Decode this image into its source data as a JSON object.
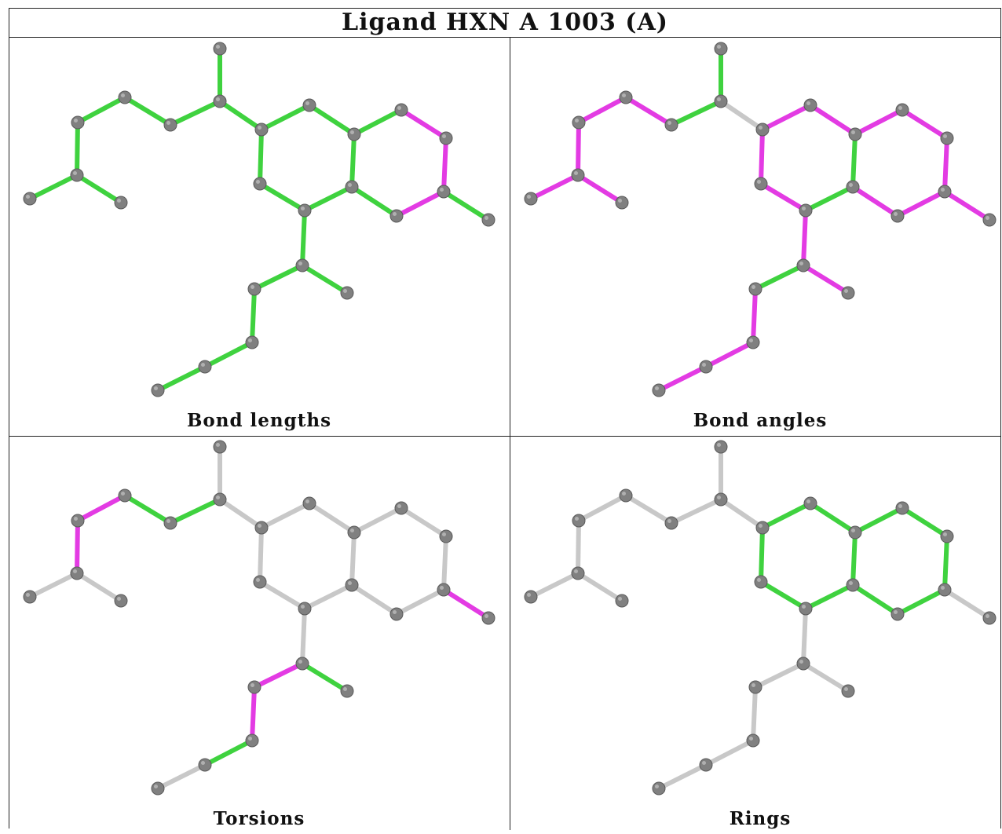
{
  "title": "Ligand HXN A 1003 (A)",
  "colors": {
    "green": "#3fd23f",
    "magenta": "#e33be3",
    "gray": "#c8c8c8",
    "atom": "#808080"
  },
  "panels": [
    {
      "caption": "Bond lengths",
      "bond_colors": [
        "green",
        "green",
        "green",
        "green",
        "green",
        "green",
        "green",
        "green",
        "green",
        "green",
        "green",
        "magenta",
        "magenta",
        "magenta",
        "green",
        "green",
        "green",
        "green",
        "green",
        "green",
        "green",
        "green",
        "green",
        "green",
        "green",
        "green"
      ]
    },
    {
      "caption": "Bond angles",
      "bond_colors": [
        "magenta",
        "magenta",
        "magenta",
        "magenta",
        "magenta",
        "green",
        "green",
        "gray",
        "magenta",
        "magenta",
        "magenta",
        "magenta",
        "magenta",
        "magenta",
        "magenta",
        "green",
        "green",
        "magenta",
        "magenta",
        "magenta",
        "magenta",
        "green",
        "magenta",
        "magenta",
        "magenta",
        "magenta"
      ]
    },
    {
      "caption": "Torsions",
      "bond_colors": [
        "gray",
        "gray",
        "magenta",
        "magenta",
        "green",
        "green",
        "gray",
        "gray",
        "gray",
        "gray",
        "gray",
        "gray",
        "gray",
        "gray",
        "gray",
        "gray",
        "gray",
        "gray",
        "gray",
        "gray",
        "green",
        "magenta",
        "magenta",
        "green",
        "gray",
        "magenta"
      ]
    },
    {
      "caption": "Rings",
      "bond_colors": [
        "gray",
        "gray",
        "gray",
        "gray",
        "gray",
        "gray",
        "gray",
        "gray",
        "green",
        "green",
        "green",
        "green",
        "green",
        "green",
        "green",
        "green",
        "green",
        "green",
        "green",
        "gray",
        "gray",
        "gray",
        "gray",
        "gray",
        "gray",
        "gray"
      ]
    }
  ]
}
